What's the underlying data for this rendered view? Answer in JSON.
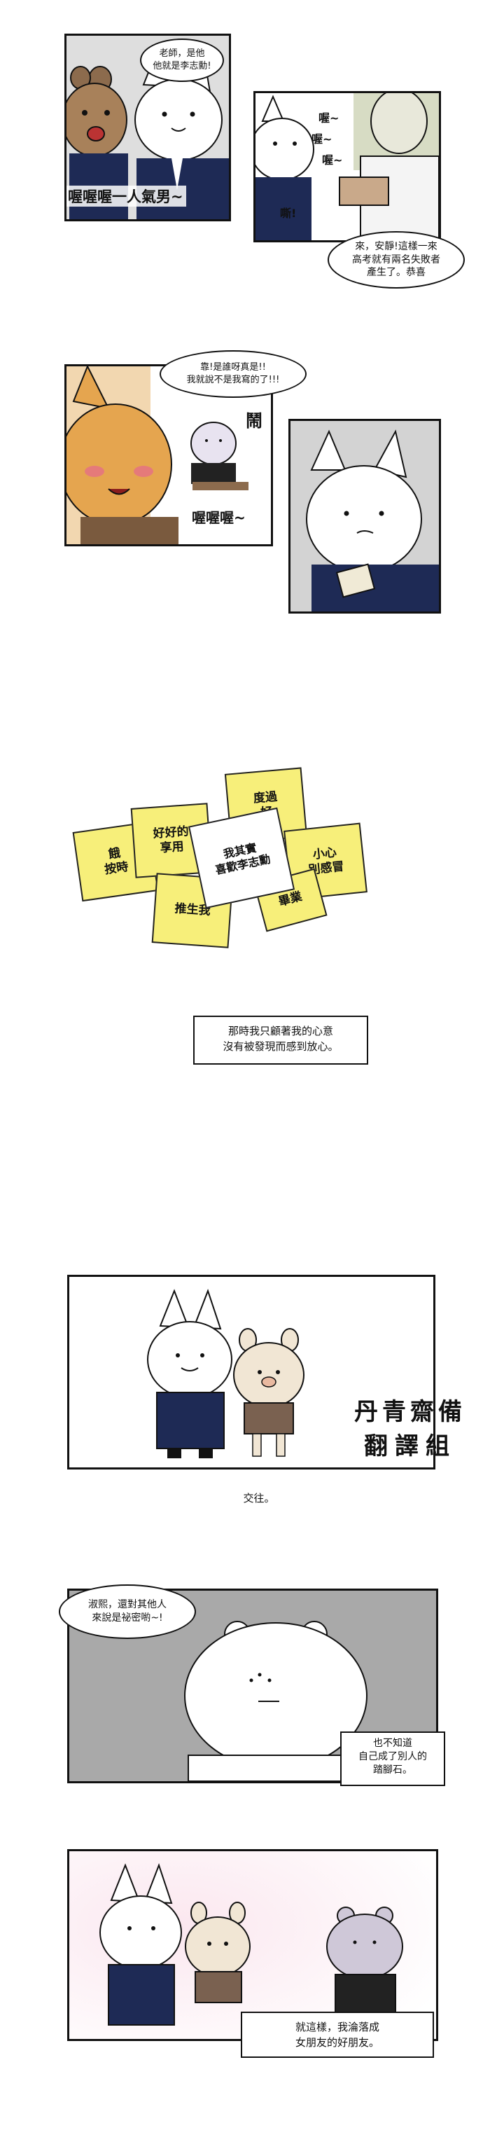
{
  "panel1": {
    "bubble": "老師，是他\n他就是李志勳!",
    "sfx": "喔喔喔一人氣男~"
  },
  "panel2": {
    "sfx_a": "喔~",
    "sfx_b": "喔~",
    "sfx_c": "喔~",
    "sfx_d": "嘶!",
    "bubble": "來，安靜!這樣一來\n高考就有兩名失敗者\n產生了。恭喜"
  },
  "panel3": {
    "bubble": "靠!是誰呀真是!!\n我就說不是我寫的了!!!",
    "sfx_a": "鬧",
    "sfx_b": "喔喔喔~"
  },
  "notes": {
    "center": "我其實\n喜歡李志勳",
    "n1": "好好的\n享用",
    "n2": "度過\n好",
    "n3": "小心\n別感冒",
    "n4": "餓\n按時",
    "n5": "推生我",
    "n6": "畢業"
  },
  "caption1": "那時我只顧著我的心意\n沒有被發現而感到放心。",
  "watermark": {
    "line1": "丹青齋備",
    "line2": "翻譯組"
  },
  "caption2": "交往。",
  "panel6": {
    "bubble": "淑熙，還對其他人\n來說是祕密喲~!",
    "caption": "也不知道\n自己成了別人的\n踏腳石。"
  },
  "caption3": "就這樣，我淪落成\n女朋友的好朋友。",
  "colors": {
    "note_yellow": "#f7ef7a",
    "suit_navy": "#1e2a55",
    "bear_brown": "#a8815a",
    "panel_gray": "#a9a9a9"
  }
}
